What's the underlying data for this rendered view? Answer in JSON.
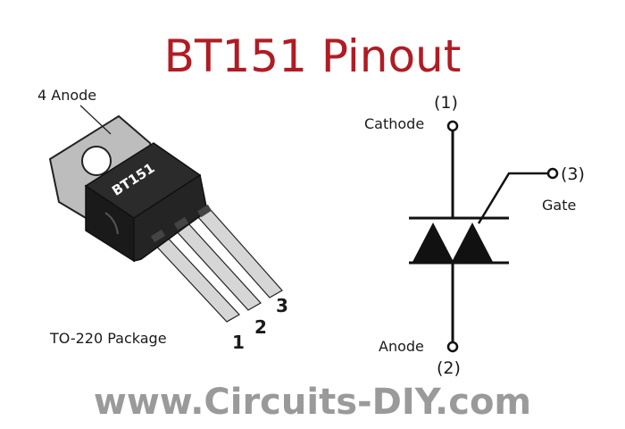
{
  "title": "BT151 Pinout",
  "package": {
    "name": "TO-220 Package",
    "chip_marking": "BT151",
    "tab_label": "4 Anode",
    "pins": [
      "1",
      "2",
      "3"
    ]
  },
  "symbol": {
    "pin1": {
      "number": "(1)",
      "name": "Cathode"
    },
    "pin2": {
      "number": "(2)",
      "name": "Anode"
    },
    "pin3": {
      "number": "(3)",
      "name": "Gate"
    }
  },
  "footer": "www.Circuits-DIY.com",
  "colors": {
    "title": "#b01c24",
    "footer": "#9a9a9a",
    "body": "#1a1a1a"
  }
}
